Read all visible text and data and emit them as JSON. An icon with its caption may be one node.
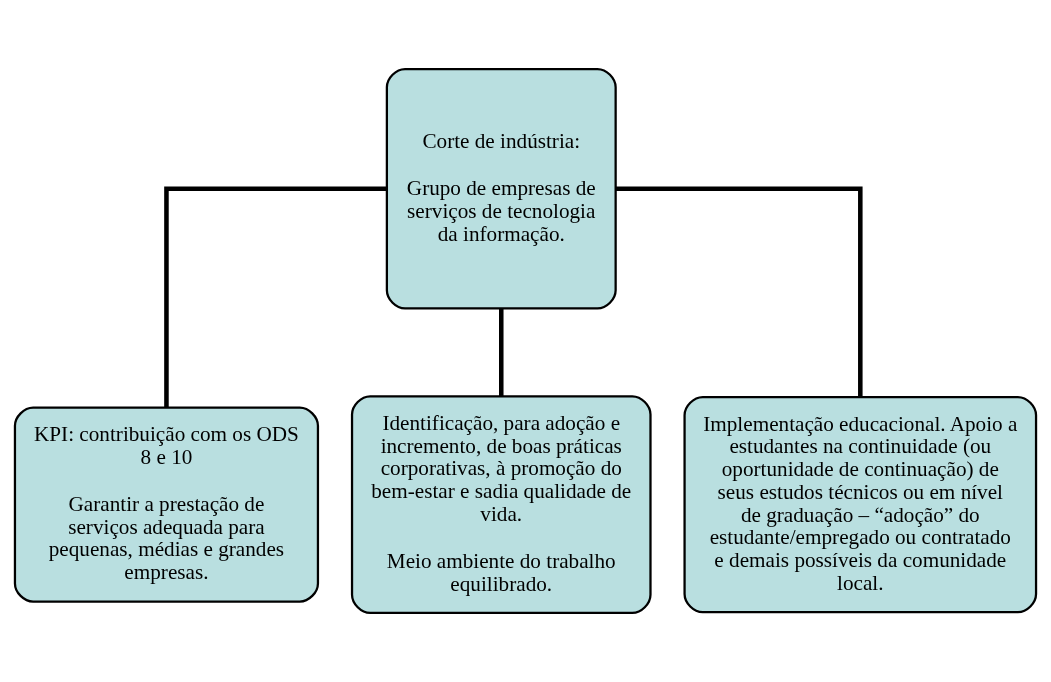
{
  "diagram": {
    "nodes": [
      {
        "text": [
          "Corte de indústria:",
          "Grupo de empresas de serviços de tecnologia da informação."
        ]
      },
      {
        "text": [
          "KPI: contribuição com os ODS 8 e 10",
          "Garantir a prestação de serviços adequada para pequenas, médias e grandes empresas."
        ]
      },
      {
        "text": [
          "Identificação, para adoção e incremento, de boas práticas corporativas, à promoção do bem-estar e sadia qualidade de vida.",
          "Meio ambiente do trabalho equilibrado."
        ]
      },
      {
        "text": [
          "Implementação educacional. Apoio a estudantes na continuidade (ou oportunidade de continuação) de seus estudos técnicos ou em nível de graduação – “adoção” do estudante/empregado ou contratado e demais possíveis da comunidade local."
        ]
      }
    ],
    "edges": [
      {
        "from": 0,
        "to": 1,
        "arrow": "none"
      },
      {
        "from": 0,
        "to": 2,
        "arrow": "none"
      },
      {
        "from": 0,
        "to": 3,
        "arrow": "none"
      }
    ]
  }
}
